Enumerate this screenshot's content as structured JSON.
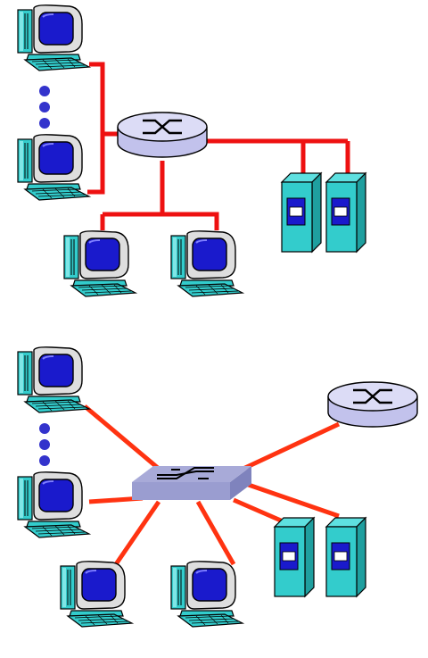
{
  "diagrams": [
    {
      "name": "top-diagram",
      "hub": {
        "kind": "router",
        "icon": "router-icon"
      },
      "link_color": "#ee1111",
      "nodes": [
        {
          "name": "computer-top-1",
          "kind": "computer",
          "icon": "computer-icon"
        },
        {
          "name": "computer-top-2",
          "kind": "computer",
          "icon": "computer-icon"
        },
        {
          "name": "computer-bottom-left",
          "kind": "computer",
          "icon": "computer-icon"
        },
        {
          "name": "computer-bottom-right",
          "kind": "computer",
          "icon": "computer-icon"
        },
        {
          "name": "server-left",
          "kind": "server",
          "icon": "server-icon"
        },
        {
          "name": "server-right",
          "kind": "server",
          "icon": "server-icon"
        }
      ],
      "ellipsis": {
        "icon": "vertical-ellipsis-icon",
        "dots": 3
      }
    },
    {
      "name": "bottom-diagram",
      "hub": {
        "kind": "switch",
        "icon": "switch-icon"
      },
      "extra": {
        "kind": "router",
        "icon": "router-icon"
      },
      "link_color": "#ff3311",
      "nodes": [
        {
          "name": "computer-top-1",
          "kind": "computer",
          "icon": "computer-icon"
        },
        {
          "name": "computer-top-2",
          "kind": "computer",
          "icon": "computer-icon"
        },
        {
          "name": "computer-bottom-left",
          "kind": "computer",
          "icon": "computer-icon"
        },
        {
          "name": "computer-bottom-right",
          "kind": "computer",
          "icon": "computer-icon"
        },
        {
          "name": "server-left",
          "kind": "server",
          "icon": "server-icon"
        },
        {
          "name": "server-right",
          "kind": "server",
          "icon": "server-icon"
        }
      ],
      "ellipsis": {
        "icon": "vertical-ellipsis-icon",
        "dots": 3
      }
    }
  ],
  "colors": {
    "router_body": "#c9c9ef",
    "router_top": "#dcdcf6",
    "switch_top": "#a8aad8",
    "switch_side": "#7f83bd",
    "server_body": "#33cccc",
    "server_side": "#1f9f9f",
    "server_slot": "#1a1acc",
    "monitor_screen": "#1a1acc",
    "tower": "#33cccc",
    "dot": "#3333cc"
  }
}
